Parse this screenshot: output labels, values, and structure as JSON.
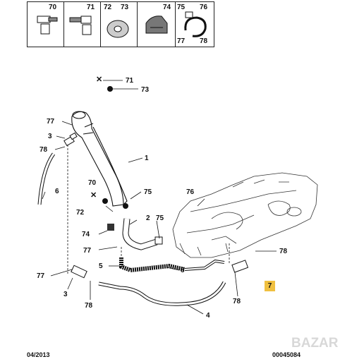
{
  "table": {
    "cells": [
      {
        "num_a": "70",
        "num_b": ""
      },
      {
        "num_a": "71",
        "num_b": ""
      },
      {
        "num_a": "72",
        "num_b": "73"
      },
      {
        "num_a": "74",
        "num_b": ""
      },
      {
        "num_a": "75",
        "num_b": "76",
        "num_c": "77",
        "num_d": "78"
      }
    ]
  },
  "callouts": {
    "c71": "71",
    "c73": "73",
    "c77a": "77",
    "c3a": "3",
    "c78a": "78",
    "c1": "1",
    "c6": "6",
    "c70": "70",
    "c72": "72",
    "c75a": "75",
    "c76": "76",
    "c2": "2",
    "c75b": "75",
    "c74": "74",
    "c77b": "77",
    "c78b": "78",
    "c5": "5",
    "c8": "8",
    "c77c": "77",
    "c3b": "3",
    "c78c": "78",
    "c4": "4",
    "c78d": "78"
  },
  "ref_box": "7",
  "footer": {
    "date": "04/2013",
    "code": "00045084"
  },
  "watermark": {
    "text": "BAZAR"
  },
  "colors": {
    "line": "#111111",
    "ref_box": "#f0c040",
    "watermark": "#d8d8d8"
  }
}
